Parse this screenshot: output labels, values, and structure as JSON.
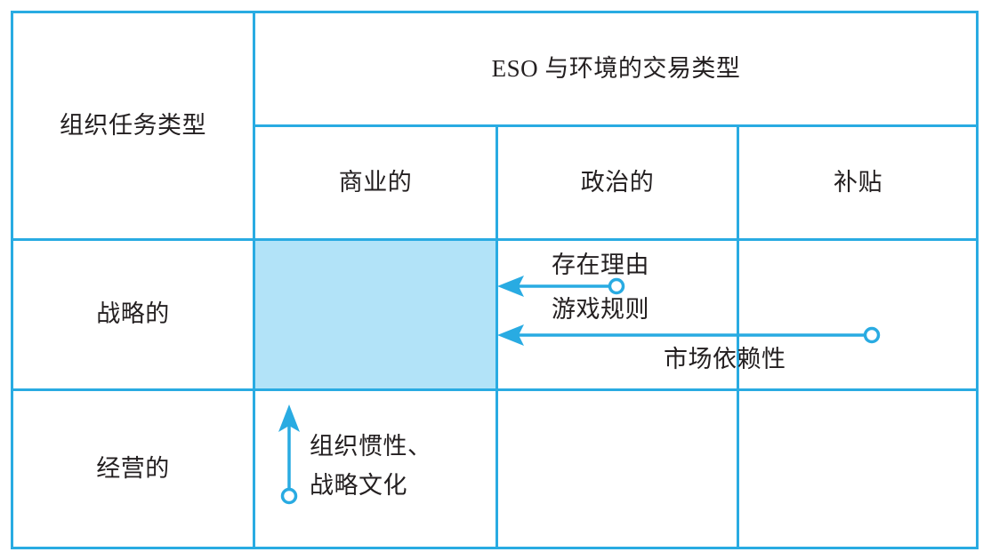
{
  "diagram": {
    "corner_label": "组织任务类型",
    "column_group_title": "ESO 与环境的交易类型",
    "column_headers": [
      "商业的",
      "政治的",
      "补贴"
    ],
    "row_headers": [
      "战略的",
      "经营的"
    ],
    "annotations": {
      "reason_for_existence": "存在理由",
      "rules_of_game": "游戏规则",
      "market_dependence": "市场依赖性",
      "organizational_inertia": "组织惯性、",
      "strategic_culture": "战略文化"
    },
    "colors": {
      "line": "#29abe2",
      "highlight_fill": "#b2e3f8",
      "text": "#231f20",
      "background": "#ffffff"
    }
  }
}
